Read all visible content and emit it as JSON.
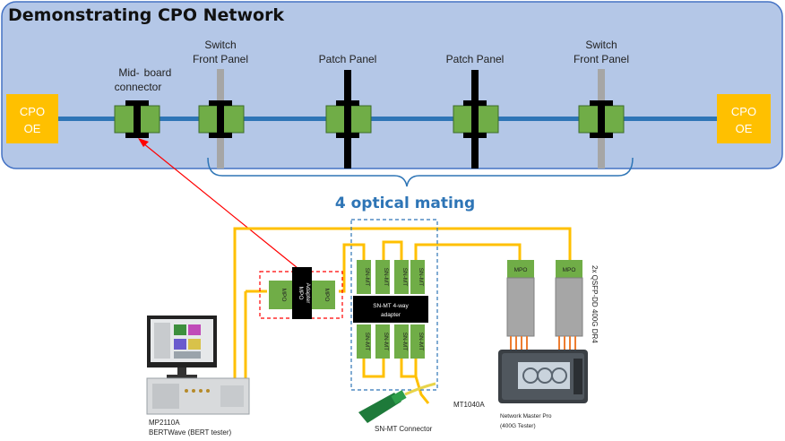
{
  "title": "Demonstrating CPO Network",
  "cpo_left": [
    "CPO",
    "OE"
  ],
  "cpo_right": [
    "CPO",
    "OE"
  ],
  "labels": {
    "mid_board": [
      "Mid-",
      "board",
      "connector"
    ],
    "switch_front_1": [
      "Switch",
      "Front Panel"
    ],
    "patch_panel_1": "Patch Panel",
    "patch_panel_2": "Patch Panel",
    "switch_front_2": [
      "Switch",
      "Front Panel"
    ]
  },
  "optical_mating": "4 optical mating",
  "setup": {
    "mpo_label": "MPO",
    "mpo_adapter": [
      "MPO",
      "Adapter"
    ],
    "snmt_label": "SN-MT",
    "snmt_adapter": [
      "SN-MT 4-way",
      "adapter"
    ],
    "snmt_connector": "SN-MT Connector",
    "qsfp_label": "2x QSFP-DD 400G DR4",
    "mp2110a": [
      "MP2110A",
      "BERTWave (BERT tester)"
    ],
    "mt1040a": "MT1040A",
    "network_master": [
      "Network Master Pro",
      "(400G Tester)"
    ]
  },
  "colors": {
    "panel_bg": "#b4c7e7",
    "panel_border": "#4472c4",
    "fiber_blue": "#2e75b6",
    "cpo_orange": "#ffc000",
    "connector_green": "#70ad47",
    "fiber_yellow": "#ffc000",
    "mating_blue": "#2e75b6",
    "dashed_red": "#ff0000",
    "dashed_blue": "#2e75b6",
    "cable_orange": "#ed7d31"
  }
}
